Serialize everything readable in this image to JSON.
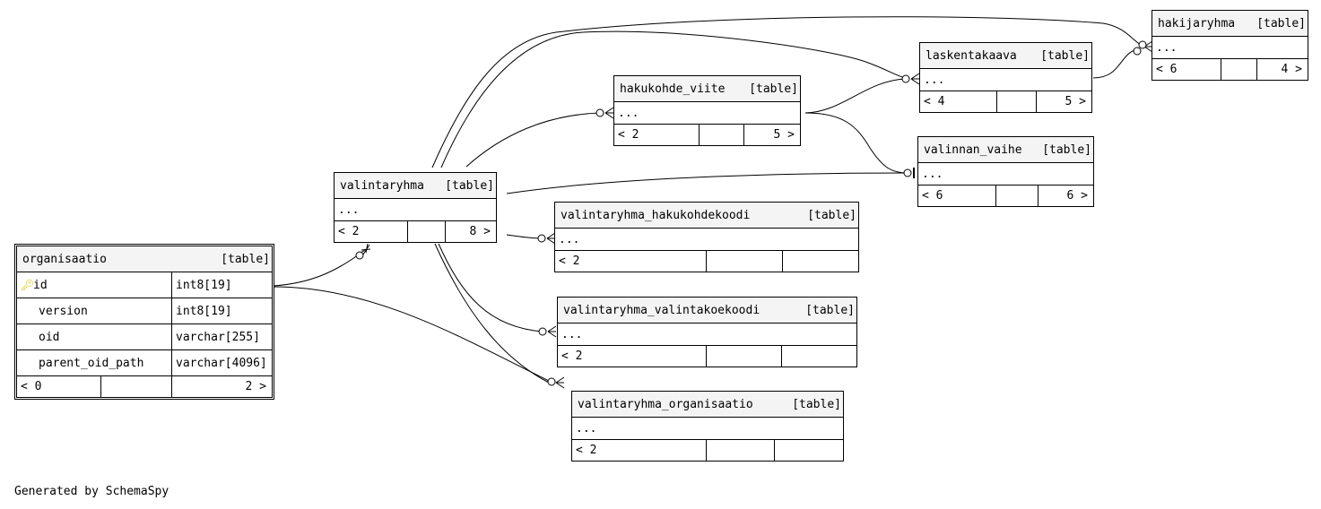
{
  "tables": {
    "organisaatio": {
      "name": "organisaatio",
      "tag": "[table]",
      "columns": [
        {
          "name": "id",
          "type": "int8[19]",
          "key": true
        },
        {
          "name": "version",
          "type": "int8[19]"
        },
        {
          "name": "oid",
          "type": "varchar[255]"
        },
        {
          "name": "parent_oid_path",
          "type": "varchar[4096]"
        }
      ],
      "footer_left": "< 0",
      "footer_right": "2 >"
    },
    "valintaryhma": {
      "name": "valintaryhma",
      "tag": "[table]",
      "dots": "...",
      "footer_left": "< 2",
      "footer_right": "8 >"
    },
    "hakukohde_viite": {
      "name": "hakukohde_viite",
      "tag": "[table]",
      "dots": "...",
      "footer_left": "< 2",
      "footer_right": "5 >"
    },
    "laskentakaava": {
      "name": "laskentakaava",
      "tag": "[table]",
      "dots": "...",
      "footer_left": "< 4",
      "footer_right": "5 >"
    },
    "hakijaryhma": {
      "name": "hakijaryhma",
      "tag": "[table]",
      "dots": "...",
      "footer_left": "< 6",
      "footer_right": "4 >"
    },
    "valinnan_vaihe": {
      "name": "valinnan_vaihe",
      "tag": "[table]",
      "dots": "...",
      "footer_left": "< 6",
      "footer_right": "6 >"
    },
    "valintaryhma_hakukohdekoodi": {
      "name": "valintaryhma_hakukohdekoodi",
      "tag": "[table]",
      "dots": "...",
      "footer_left": "< 2",
      "footer_right": ""
    },
    "valintaryhma_valintakoekoodi": {
      "name": "valintaryhma_valintakoekoodi",
      "tag": "[table]",
      "dots": "...",
      "footer_left": "< 2",
      "footer_right": ""
    },
    "valintaryhma_organisaatio": {
      "name": "valintaryhma_organisaatio",
      "tag": "[table]",
      "dots": "...",
      "footer_left": "< 2",
      "footer_right": ""
    }
  },
  "footer_text": "Generated by SchemaSpy"
}
